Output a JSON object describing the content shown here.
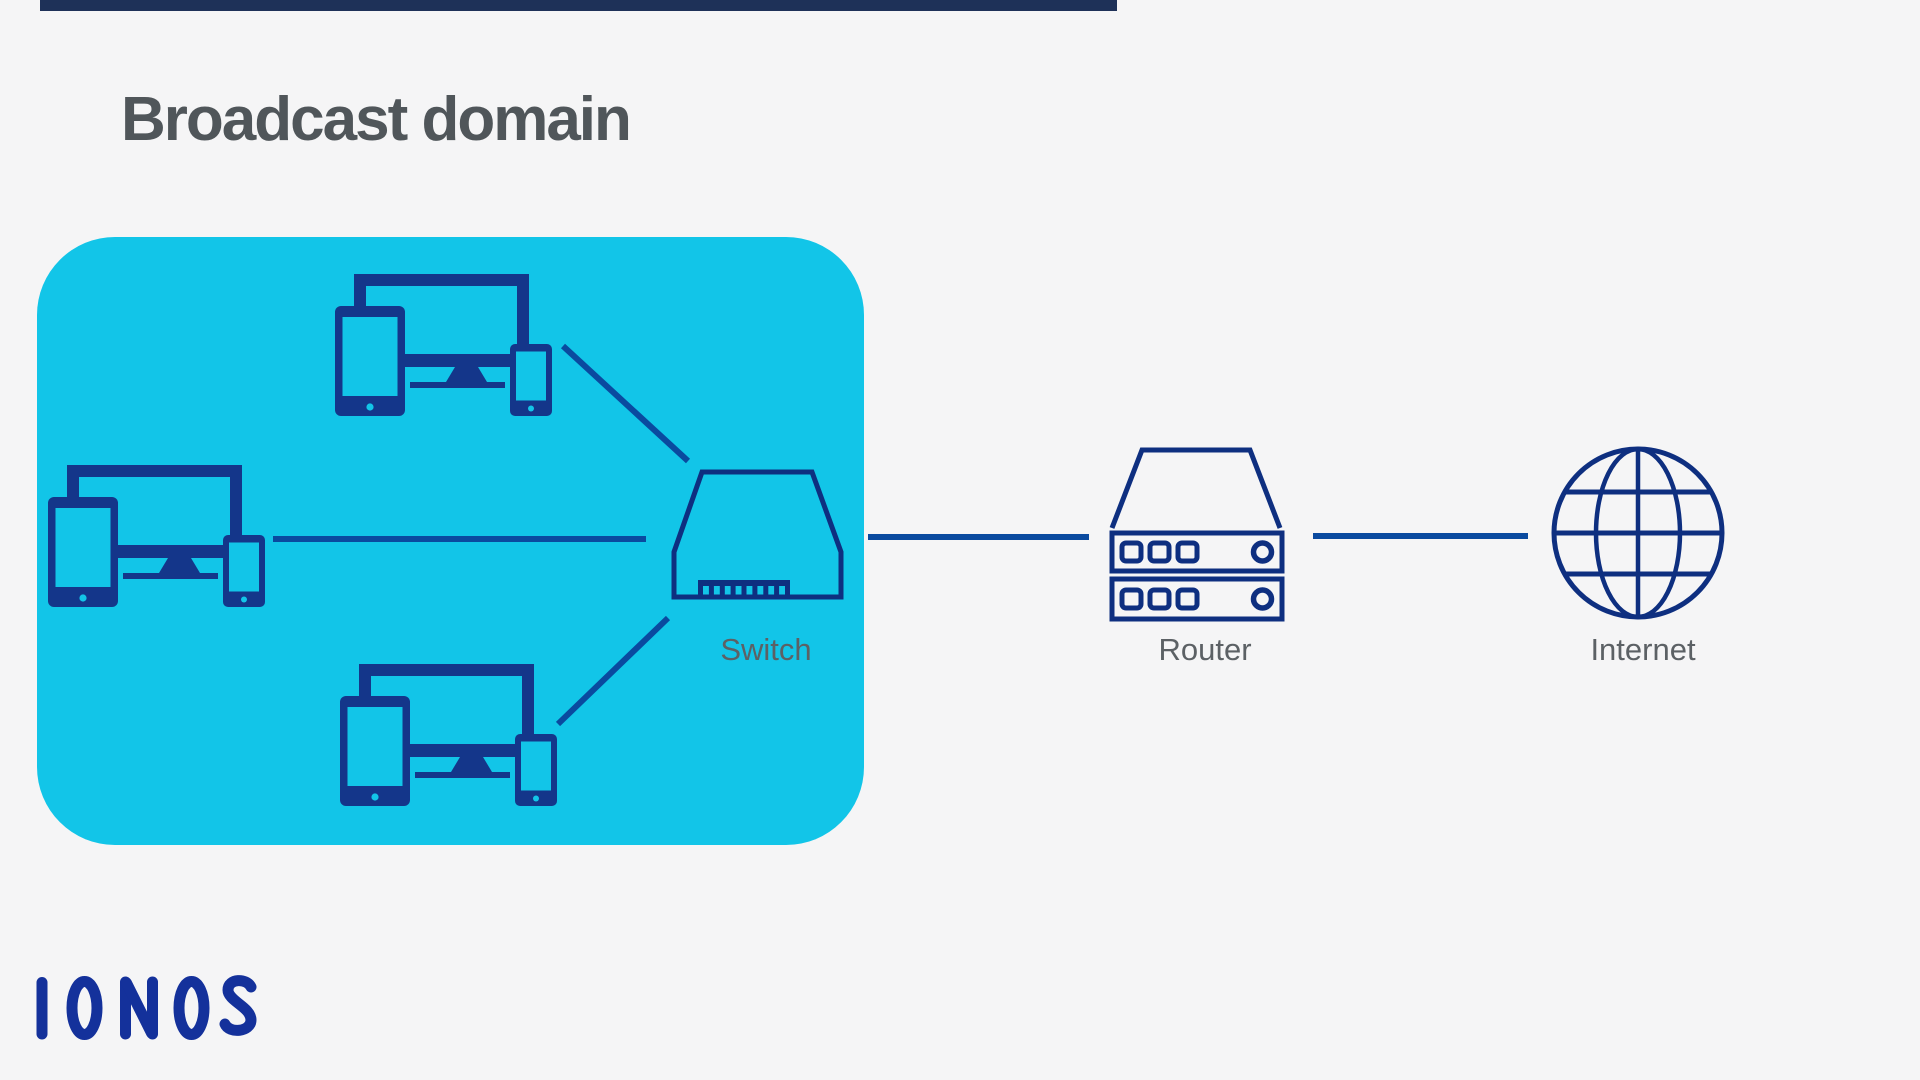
{
  "title": "Broadcast domain",
  "logo": {
    "text": "IONOS"
  },
  "nodes": {
    "device_groups": [
      {
        "id": "device-group-top",
        "devices": [
          "tablet",
          "monitor",
          "smartphone"
        ],
        "inside": "broadcast domain"
      },
      {
        "id": "device-group-left",
        "devices": [
          "tablet",
          "monitor",
          "smartphone"
        ],
        "inside": "broadcast domain"
      },
      {
        "id": "device-group-bottom",
        "devices": [
          "tablet",
          "monitor",
          "smartphone"
        ],
        "inside": "broadcast domain"
      }
    ],
    "switch": {
      "label": "Switch",
      "inside": "broadcast domain"
    },
    "router": {
      "label": "Router",
      "inside": "outside"
    },
    "internet": {
      "label": "Internet",
      "inside": "outside"
    }
  },
  "connections": [
    {
      "from": "device-group-top",
      "to": "switch"
    },
    {
      "from": "device-group-left",
      "to": "switch"
    },
    {
      "from": "device-group-bottom",
      "to": "switch"
    },
    {
      "from": "switch",
      "to": "router"
    },
    {
      "from": "router",
      "to": "internet"
    }
  ],
  "colors": {
    "background": "#f5f5f6",
    "top_accent_bar": "#1e3158",
    "title_text": "#50565a",
    "broadcast_box_fill": "#12c5e8",
    "device_navy": "#14368a",
    "icon_outline_navy": "#0e2f80",
    "connector_blue": "#0a4a9f",
    "node_label_gray": "#5c6165",
    "logo_blue": "#14319b"
  }
}
